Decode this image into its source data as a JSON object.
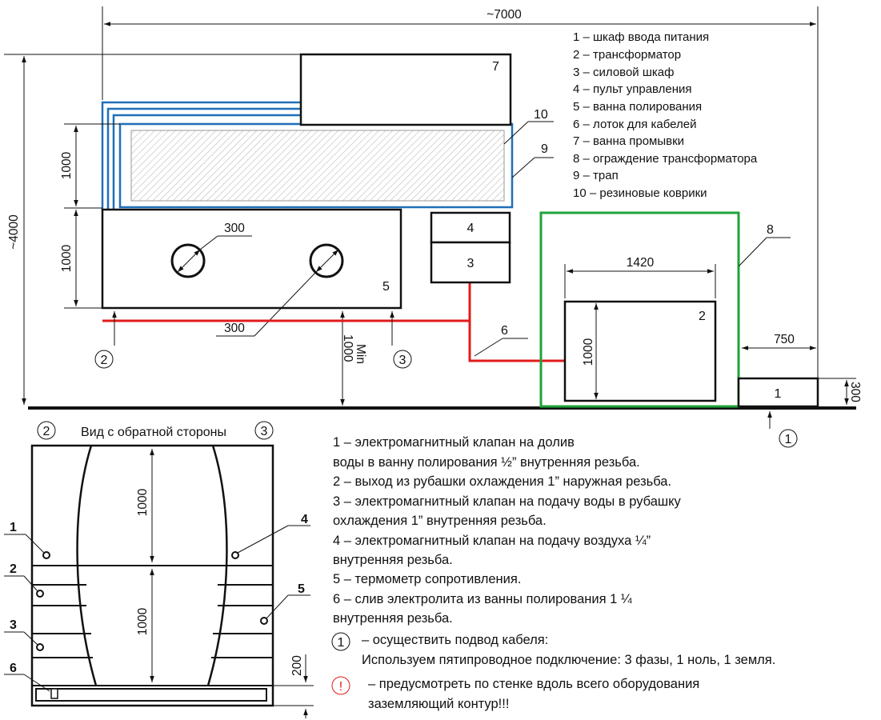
{
  "dimensions": {
    "total_width": "~7000",
    "total_height": "~4000",
    "bath_height_top": "1000",
    "bath_height_bottom": "1000",
    "pipe_diameter_top": "300",
    "pipe_diameter_bottom": "300",
    "min_clearance": "Min\n1000",
    "min_label": "Min",
    "min_value": "1000",
    "transformer_width": "1420",
    "transformer_height": "1000",
    "gap_to_wall": "750",
    "cabinet1_height": "300",
    "back_upper": "1000",
    "back_lower": "1000",
    "back_tray": "200"
  },
  "legend": [
    "1 – шкаф ввода питания",
    "2 – трансформатор",
    "3 – силовой шкаф",
    "4 – пульт управления",
    "5 – ванна полирования",
    "6 – лоток для кабелей",
    "7 – ванна промывки",
    "8 – ограждение трансформатора",
    "9 – трап",
    "10 – резиновые коврики"
  ],
  "callouts": {
    "c1": "1",
    "c2": "2",
    "c3": "3",
    "c4": "4",
    "c5": "5",
    "c6": "6",
    "c7": "7",
    "c8": "8",
    "c9": "9",
    "c10": "10",
    "circle1": "1",
    "circle2": "2",
    "circle3": "3"
  },
  "back_view": {
    "title": "Вид с обратной стороны",
    "circle_left": "2",
    "circle_right": "3",
    "labels": [
      "1",
      "2",
      "3",
      "4",
      "5",
      "6"
    ]
  },
  "notes": [
    "1 – электромагнитный клапан на долив",
    "воды в ванну полирования ½” внутренняя резьба.",
    "2 – выход из рубашки охлаждения 1” наружная резьба.",
    "3 – электромагнитный клапан на подачу воды в рубашку",
    "охлаждения 1” внутренняя резьба.",
    "4 – электромагнитный клапан на подачу воздуха ¼”",
    "внутренняя резьба.",
    "5 – термометр сопротивления.",
    "6 – слив электролита из ванны полирования 1 ¼",
    "внутренняя резьба."
  ],
  "cable_note": {
    "symbol": "1",
    "line1": "– осуществить подвод кабеля:",
    "line2": "Используем пятипроводное подключение: 3 фазы, 1 ноль, 1 земля."
  },
  "ground_note": {
    "symbol": "!",
    "line1": "– предусмотреть по стенке вдоль всего оборудования",
    "line2": "заземляющий контур!!!"
  },
  "colors": {
    "ladder": "#1f6fb8",
    "fence": "#1fa33a",
    "cable": "#e21b1b",
    "warning": "#e21b1b",
    "line": "#111111"
  }
}
